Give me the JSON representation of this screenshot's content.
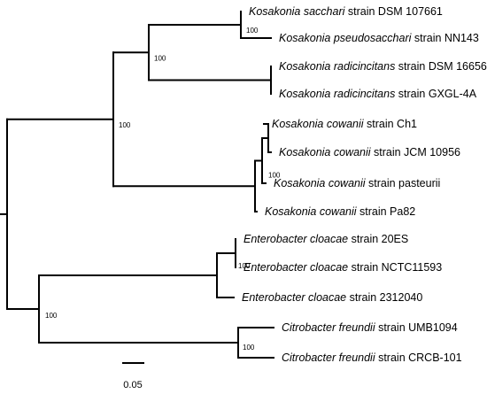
{
  "tree": {
    "leaves": [
      {
        "id": "L1",
        "species": "Kosakonia sacchari",
        "rest": " strain DSM 107661"
      },
      {
        "id": "L2",
        "species": "Kosakonia pseudosacchari",
        "rest": " strain NN143"
      },
      {
        "id": "L3",
        "species": "Kosakonia radicincitans",
        "rest": " strain DSM 16656"
      },
      {
        "id": "L4",
        "species": "Kosakonia radicincitans",
        "rest": " strain GXGL-4A"
      },
      {
        "id": "L5",
        "species": "Kosakonia cowanii",
        "rest": " strain Ch1"
      },
      {
        "id": "L6",
        "species": "Kosakonia cowanii",
        "rest": " strain JCM 10956"
      },
      {
        "id": "L7",
        "species": "Kosakonia cowanii",
        "rest": " strain pasteurii"
      },
      {
        "id": "L8",
        "species": "Kosakonia cowanii",
        "rest": " strain Pa82"
      },
      {
        "id": "L9",
        "species": "Enterobacter cloacae",
        "rest": " strain 20ES"
      },
      {
        "id": "L10",
        "species": "Enterobacter cloacae",
        "rest": " strain NCTC11593"
      },
      {
        "id": "L11",
        "species": "Enterobacter cloacae",
        "rest": " strain 2312040"
      },
      {
        "id": "L12",
        "species": "Citrobacter freundii",
        "rest": " strain UMB1094"
      },
      {
        "id": "L13",
        "species": "Citrobacter freundii",
        "rest": " strain CRCB-101"
      }
    ],
    "support_values": {
      "sacchari_pair": "100",
      "sacchari_radicincitans": "100",
      "kosakonia": "100",
      "cowanii_inner": "100",
      "enterobacter_inner": "100",
      "enterobacter_citrobacter": "100",
      "citrobacter": "100"
    },
    "scale_bar": {
      "label": "0.05"
    }
  }
}
